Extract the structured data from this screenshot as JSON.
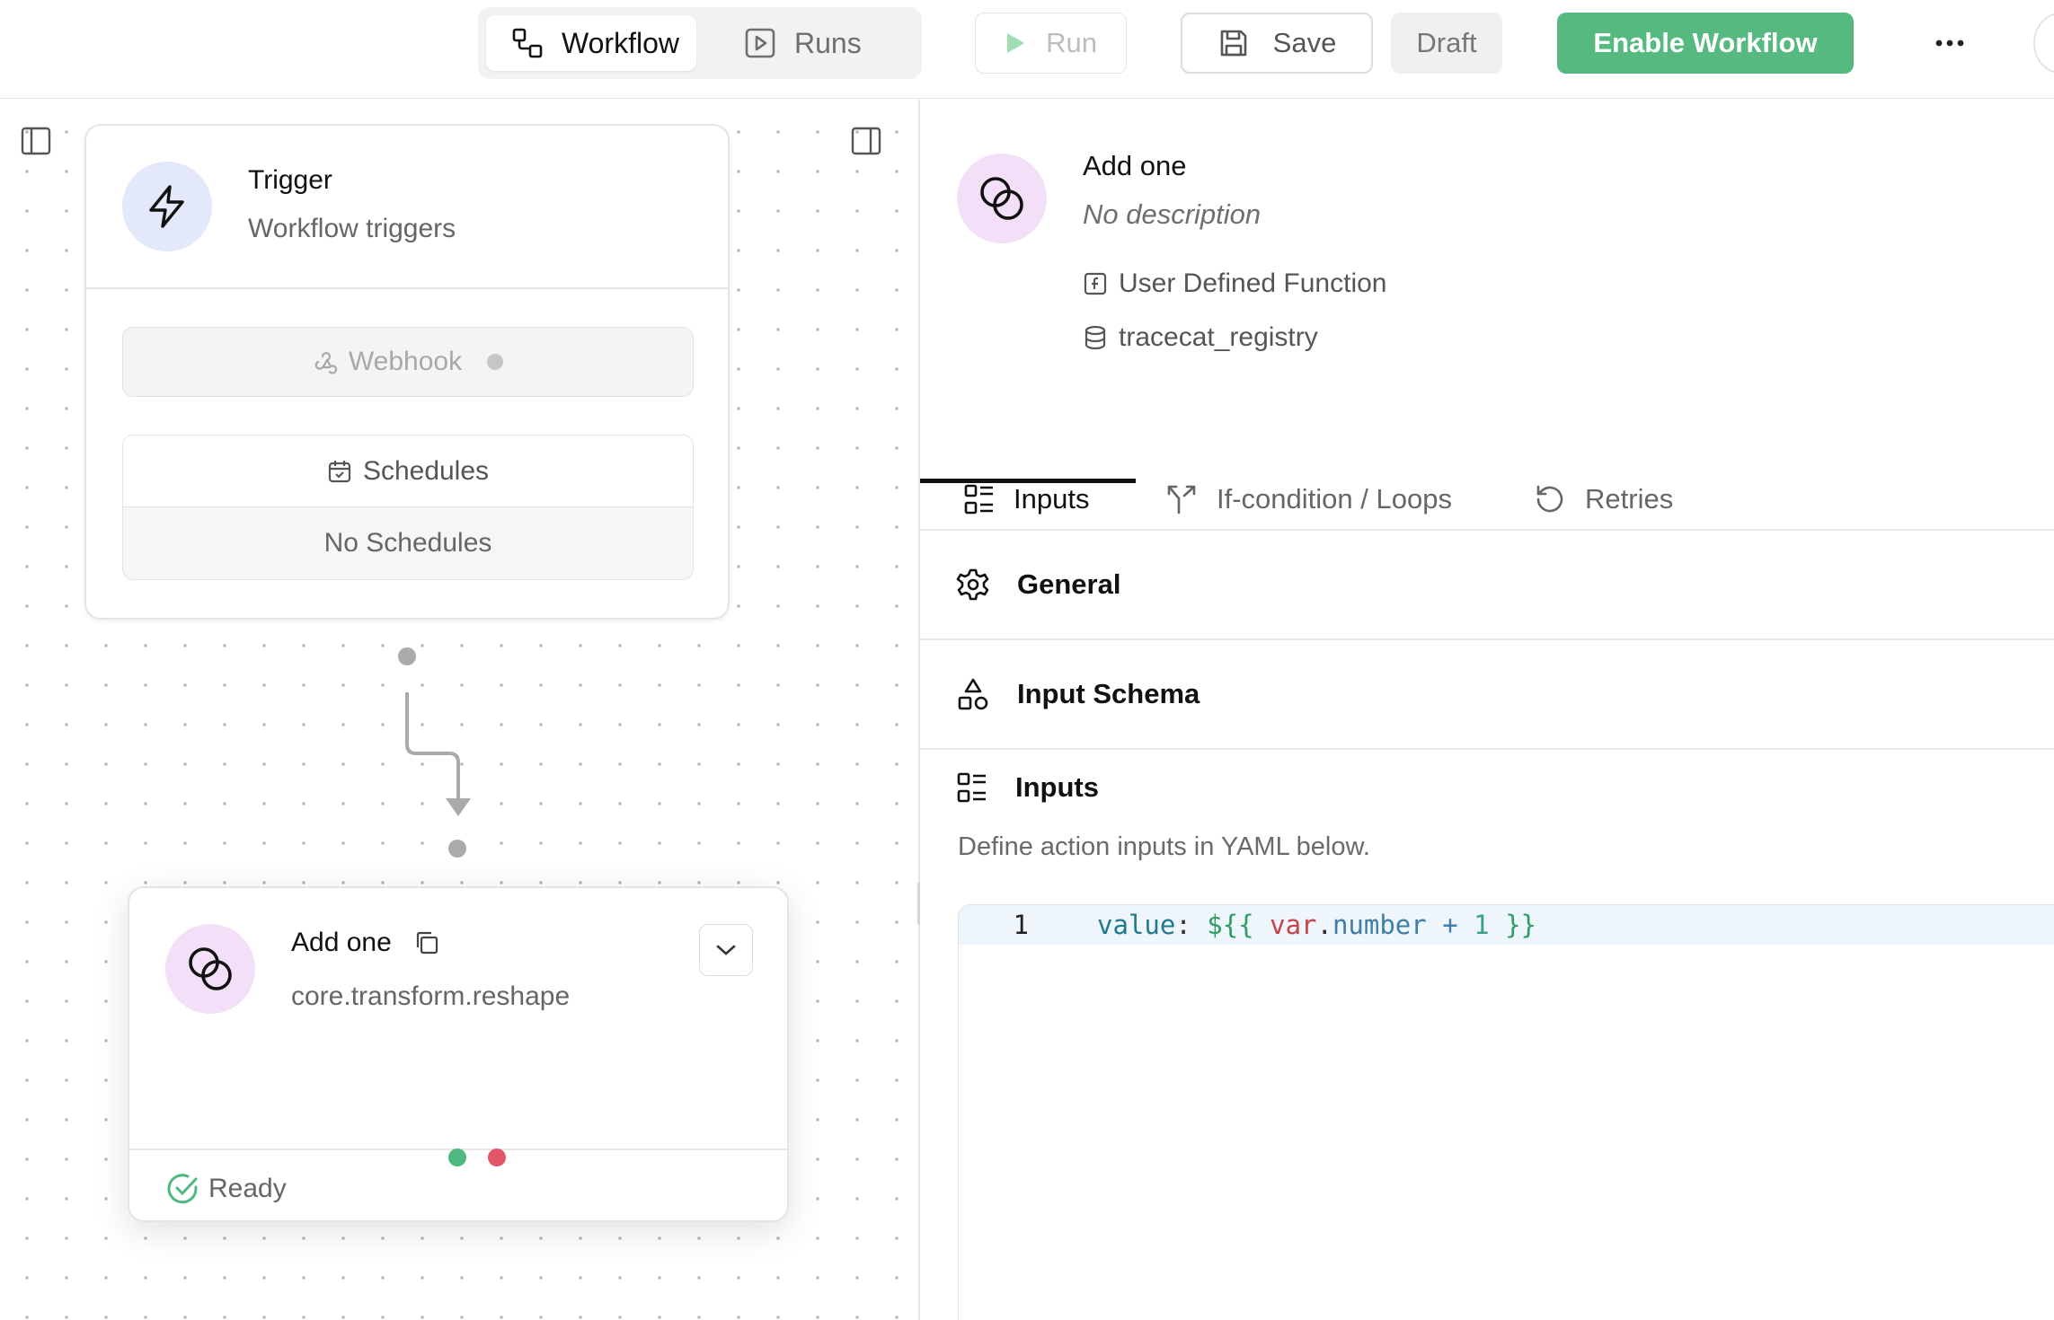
{
  "topbar": {
    "tabs": [
      {
        "label": "Workflow",
        "icon": "workflow-icon",
        "active": true
      },
      {
        "label": "Runs",
        "icon": "play-square-icon",
        "active": false
      }
    ],
    "run_label": "Run",
    "save_label": "Save",
    "draft_label": "Draft",
    "enable_label": "Enable Workflow",
    "colors": {
      "enable_bg": "#56b97f"
    }
  },
  "canvas": {
    "trigger": {
      "title": "Trigger",
      "subtitle": "Workflow triggers",
      "webhook_label": "Webhook",
      "schedules_label": "Schedules",
      "schedules_empty": "No Schedules"
    },
    "action": {
      "title": "Add one",
      "subtitle": "core.transform.reshape",
      "status": "Ready",
      "colors": {
        "status": "#4fb87f",
        "handle_success": "#4fb87f",
        "handle_error": "#e2566a"
      }
    }
  },
  "panel": {
    "title": "Add one",
    "description": "No description",
    "meta": [
      {
        "icon": "function-icon",
        "label": "User Defined Function"
      },
      {
        "icon": "database-icon",
        "label": "tracecat_registry"
      }
    ],
    "tabs": [
      {
        "label": "Inputs",
        "icon": "inputs-icon",
        "active": true
      },
      {
        "label": "If-condition / Loops",
        "icon": "split-icon",
        "active": false
      },
      {
        "label": "Retries",
        "icon": "retry-icon",
        "active": false
      }
    ],
    "sections": [
      {
        "label": "General",
        "icon": "gear-icon"
      },
      {
        "label": "Input Schema",
        "icon": "shapes-icon"
      },
      {
        "label": "Inputs",
        "icon": "inputs-icon"
      }
    ],
    "inputs_hint": "Define action inputs in YAML below.",
    "editor": {
      "line_number": "1",
      "tokens": {
        "key": "value",
        "colon": ":",
        "open": "${{",
        "var": "var",
        "dot": ".",
        "prop": "number",
        "op": "+",
        "num": "1",
        "close": "}}"
      }
    }
  }
}
